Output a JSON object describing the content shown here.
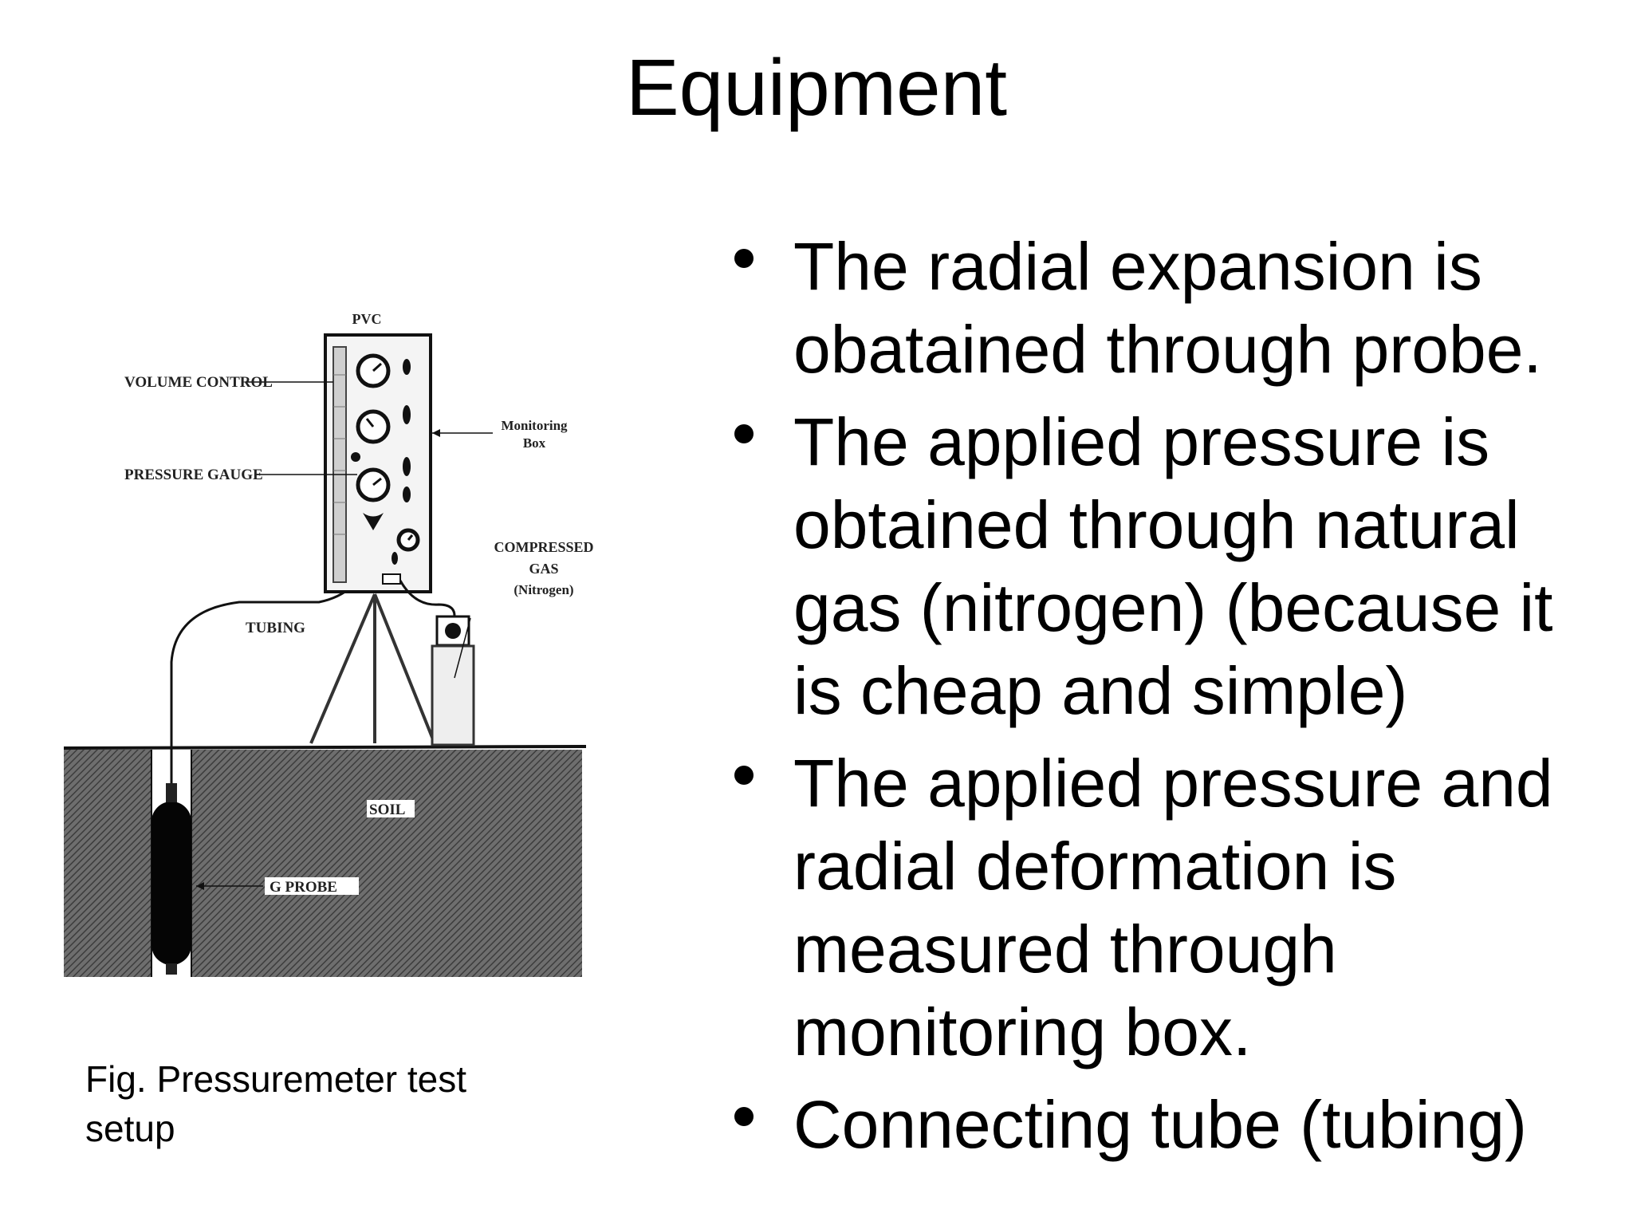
{
  "slide": {
    "title": "Equipment",
    "bullets": [
      "The radial expansion is obatained through probe.",
      "The applied pressure is obtained through natural gas (nitrogen) (because it is cheap and simple)",
      "The applied pressure and radial deformation is measured through monitoring box.",
      "Connecting tube (tubing)"
    ],
    "caption": "Fig. Pressuremeter test setup"
  },
  "figure": {
    "labels": {
      "pvc": "PVC",
      "volume_control": "VOLUME CONTROL",
      "pressure_gauge": "PRESSURE GAUGE",
      "monitoring_line1": "Monitoring",
      "monitoring_line2": "Box",
      "compressed_line1": "COMPRESSED",
      "compressed_line2": "GAS",
      "compressed_line3": "(Nitrogen)",
      "tubing": "TUBING",
      "soil": "SOIL",
      "g_probe": "G PROBE"
    }
  }
}
